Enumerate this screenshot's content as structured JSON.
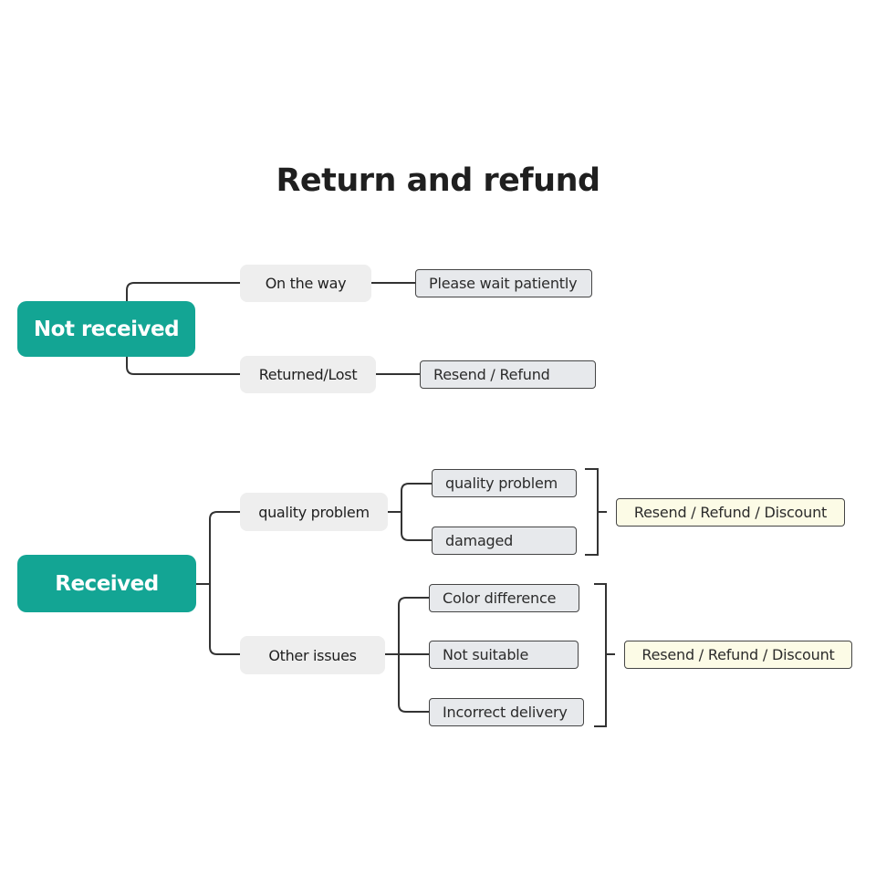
{
  "title": "Return and refund",
  "colors": {
    "root_fill": "#13a594",
    "mid_fill": "#eeeeee",
    "leaf_fill": "#e7e9ec",
    "result_fill": "#fcfbe6",
    "line": "#333333"
  },
  "branches": [
    {
      "label": "Not received",
      "children": [
        {
          "label": "On the way",
          "outcome": "Please wait patiently"
        },
        {
          "label": "Returned/Lost",
          "outcome": "Resend / Refund"
        }
      ]
    },
    {
      "label": "Received",
      "children": [
        {
          "label": "quality problem",
          "items": [
            "quality problem",
            "damaged"
          ],
          "outcome": "Resend / Refund / Discount"
        },
        {
          "label": "Other issues",
          "items": [
            "Color difference",
            "Not suitable",
            "Incorrect delivery"
          ],
          "outcome": "Resend / Refund / Discount"
        }
      ]
    }
  ]
}
